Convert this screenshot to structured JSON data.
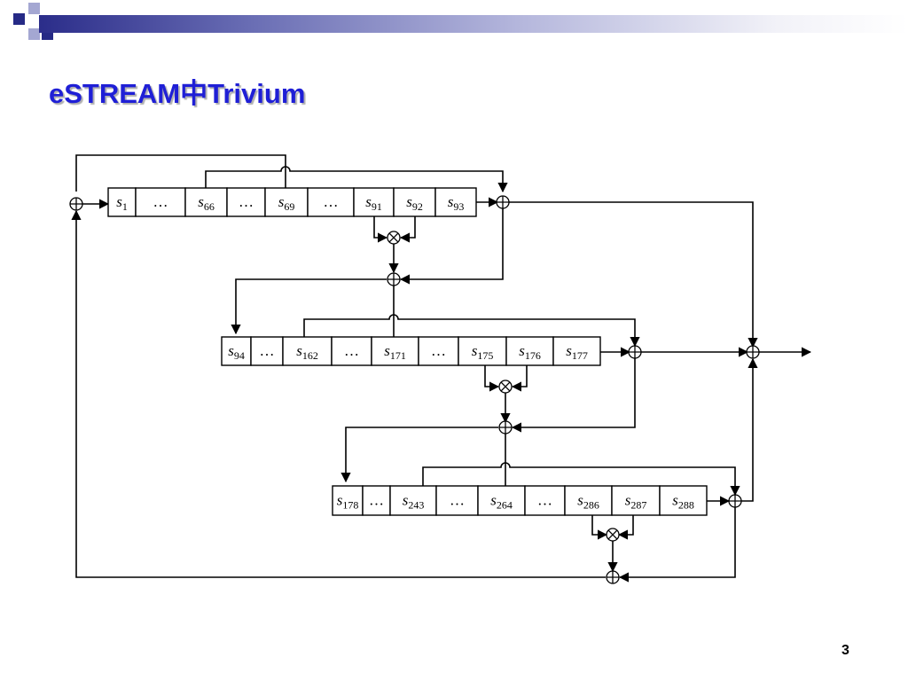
{
  "title": "eSTREAM中Trivium",
  "page_number": "3",
  "colors": {
    "title": "#1f1fd6",
    "bar_dark": "#2b2d8a",
    "sq_dark": "#262a86",
    "sq_light": "#a4a7d2"
  },
  "registers": [
    {
      "name": "register-a",
      "cells": [
        [
          "s",
          "1"
        ],
        [
          "…",
          ""
        ],
        [
          "s",
          "66"
        ],
        [
          "…",
          ""
        ],
        [
          "s",
          "69"
        ],
        [
          "…",
          ""
        ],
        [
          "s",
          "91"
        ],
        [
          "s",
          "92"
        ],
        [
          "s",
          "93"
        ]
      ]
    },
    {
      "name": "register-b",
      "cells": [
        [
          "s",
          "94"
        ],
        [
          "…",
          ""
        ],
        [
          "s",
          "162"
        ],
        [
          "…",
          ""
        ],
        [
          "s",
          "171"
        ],
        [
          "…",
          ""
        ],
        [
          "s",
          "175"
        ],
        [
          "s",
          "176"
        ],
        [
          "s",
          "177"
        ]
      ]
    },
    {
      "name": "register-c",
      "cells": [
        [
          "s",
          "178"
        ],
        [
          "…",
          ""
        ],
        [
          "s",
          "243"
        ],
        [
          "…",
          ""
        ],
        [
          "s",
          "264"
        ],
        [
          "…",
          ""
        ],
        [
          "s",
          "286"
        ],
        [
          "s",
          "287"
        ],
        [
          "s",
          "288"
        ]
      ]
    }
  ],
  "symbols": {
    "xor": "⊕",
    "and": "⊗"
  }
}
